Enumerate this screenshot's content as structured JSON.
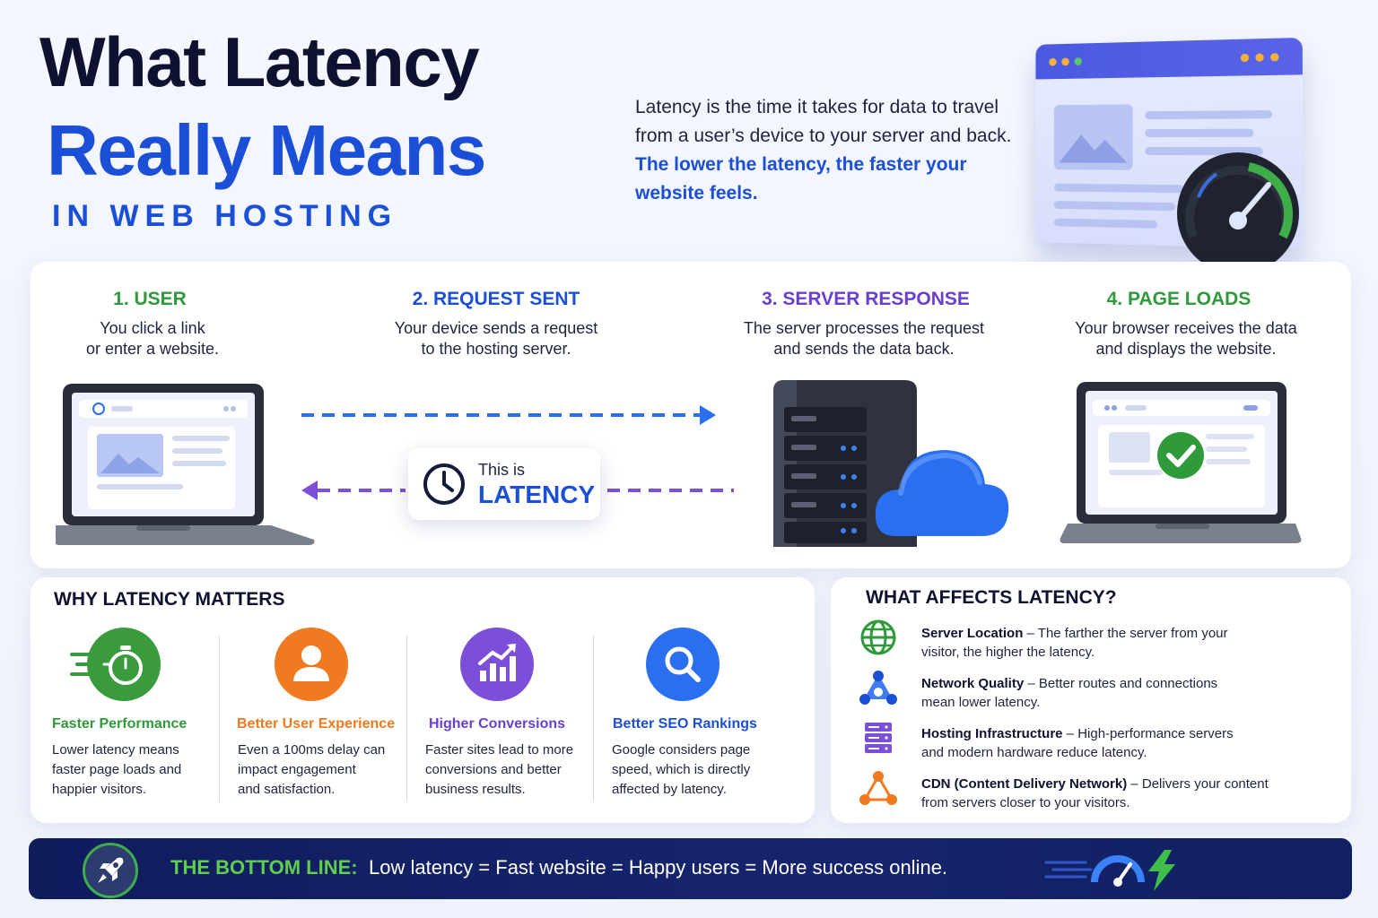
{
  "header": {
    "title_line1": "What Latency",
    "title_line2": "Really Means",
    "title_line3": "IN WEB HOSTING",
    "intro_plain": "Latency is the time it takes for data to travel from a user’s device to your server and back.",
    "intro_highlight": "The lower the latency, the faster your website feels."
  },
  "steps": [
    {
      "title": "1. USER",
      "desc_line1": "You click a link",
      "desc_line2": "or enter a website.",
      "color": "#2f9a3a"
    },
    {
      "title": "2. REQUEST SENT",
      "desc_line1": "Your device sends a request",
      "desc_line2": "to the hosting server.",
      "color": "#1b4fd8"
    },
    {
      "title": "3. SERVER RESPONSE",
      "desc_line1": "The server processes the request",
      "desc_line2": "and sends the data back.",
      "color": "#6a3fd0"
    },
    {
      "title": "4. PAGE LOADS",
      "desc_line1": "Your browser receives the data",
      "desc_line2": "and displays the website.",
      "color": "#2f9a3a"
    }
  ],
  "latency_callout": {
    "small": "This is",
    "big": "LATENCY"
  },
  "why": {
    "title": "WHY LATENCY MATTERS",
    "items": [
      {
        "heading": "Faster Performance",
        "d1": "Lower latency means",
        "d2": "faster page loads and",
        "d3": "happier visitors.",
        "color": "#2f9a3a",
        "icon": "stopwatch-icon"
      },
      {
        "heading": "Better User Experience",
        "d1": "Even a 100ms delay can",
        "d2": "impact engagement",
        "d3": "and satisfaction.",
        "color": "#f07a1f",
        "icon": "user-icon"
      },
      {
        "heading": "Higher Conversions",
        "d1": "Faster sites lead to more",
        "d2": "conversions and better",
        "d3": "business results.",
        "color": "#7b4fd8",
        "icon": "growth-chart-icon"
      },
      {
        "heading": "Better SEO Rankings",
        "d1": "Google considers page",
        "d2": "speed, which is directly",
        "d3": "affected by latency.",
        "color": "#2a6ff0",
        "icon": "search-icon"
      }
    ]
  },
  "affects": {
    "title": "WHAT AFFECTS LATENCY?",
    "items": [
      {
        "bold": "Server Location",
        "rest1": " – The farther the server from your",
        "rest2": "visitor, the higher the latency.",
        "icon": "globe-icon"
      },
      {
        "bold": "Network Quality",
        "rest1": " – Better routes and connections",
        "rest2": "mean lower latency.",
        "icon": "network-icon"
      },
      {
        "bold": "Hosting Infrastructure",
        "rest1": " – High-performance servers",
        "rest2": "and modern hardware reduce latency.",
        "icon": "server-stack-icon"
      },
      {
        "bold": "CDN (Content Delivery Network)",
        "rest1": " – Delivers your content",
        "rest2": "from servers closer to your visitors.",
        "icon": "cdn-icon"
      }
    ]
  },
  "bottom_line": {
    "label": "THE BOTTOM LINE:",
    "text": "Low latency = Fast website = Happy users = More success online."
  },
  "colors": {
    "brand_blue": "#1b4fd8",
    "green": "#2f9a3a",
    "purple": "#6a3fd0",
    "orange": "#f07a1f",
    "navy": "#0f1c5c"
  }
}
